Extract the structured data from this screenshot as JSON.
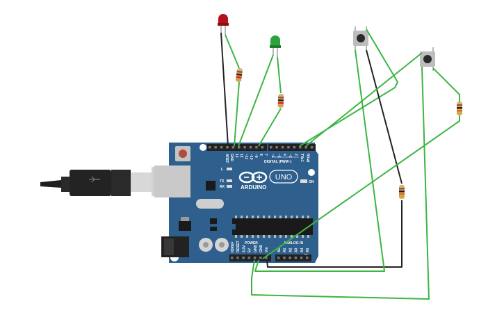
{
  "board": {
    "brand": "ARDUINO",
    "model": "UNO",
    "digital_header_label": "DIGITAL (PWM~)",
    "power_label": "POWER",
    "analog_label": "ANALOG IN",
    "on_label": "ON",
    "led_l_label": "L",
    "led_tx_label": "TX",
    "led_rx_label": "RX",
    "digital_pins": [
      "AREF",
      "GND",
      "13",
      "12",
      "~11",
      "~10",
      "~9",
      "8",
      "7",
      "~6",
      "~5",
      "4",
      "~3",
      "2",
      "TX▸1",
      "RX◂0"
    ],
    "power_pins": [
      "IOREF",
      "RESET",
      "3.3V",
      "5V",
      "GND",
      "GND",
      "Vin"
    ],
    "analog_pins": [
      "A0",
      "A1",
      "A2",
      "A3",
      "A4",
      "A5"
    ]
  },
  "components": {
    "led_red_color": "#b3121c",
    "led_green_color": "#2aa33a",
    "wire_green": "#3db542",
    "wire_black": "#222222",
    "board_color": "#2e5f8d"
  }
}
